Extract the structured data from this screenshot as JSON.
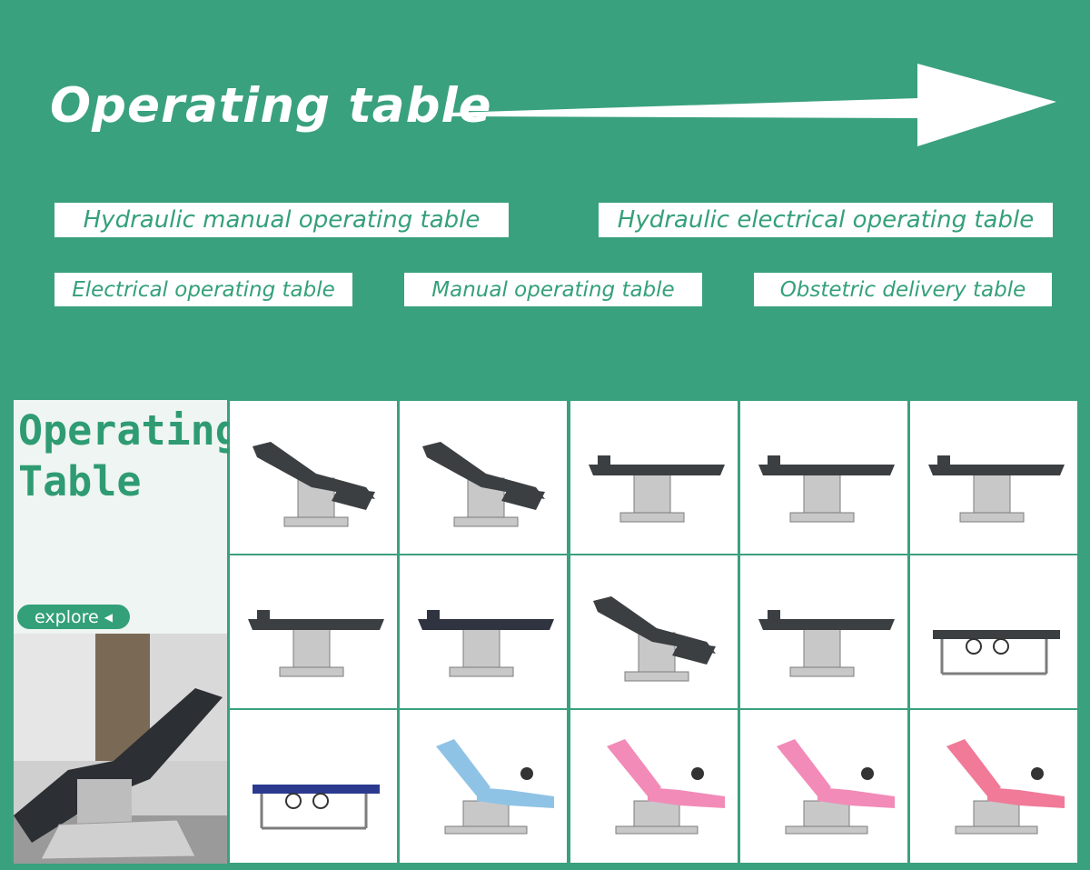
{
  "header": {
    "title": "Operating table"
  },
  "categories": [
    "Hydraulic manual operating table",
    "Hydraulic electrical operating table",
    "Electrical operating table",
    "Manual operating table",
    "Obstetric delivery table"
  ],
  "side_panel": {
    "title": "Operating\nTable",
    "explore_label": "explore"
  },
  "products": [
    {
      "type": "reclined",
      "color": "#3b3f42"
    },
    {
      "type": "reclined",
      "color": "#3b3f42"
    },
    {
      "type": "flat",
      "color": "#3b3f42"
    },
    {
      "type": "flat",
      "color": "#3b3f42"
    },
    {
      "type": "flat",
      "color": "#3b3f42"
    },
    {
      "type": "flat",
      "color": "#3b3f42"
    },
    {
      "type": "flat",
      "color": "#2f3440"
    },
    {
      "type": "reclined",
      "color": "#3b3f42"
    },
    {
      "type": "flat",
      "color": "#3b3f42"
    },
    {
      "type": "frame",
      "color": "#3b3f42"
    },
    {
      "type": "frame",
      "color": "#2b3a8f"
    },
    {
      "type": "chair",
      "color": "#8fc3e6"
    },
    {
      "type": "chair",
      "color": "#f28bb8"
    },
    {
      "type": "chair",
      "color": "#f28bb8"
    },
    {
      "type": "chair",
      "color": "#f07a98"
    }
  ],
  "colors": {
    "brand": "#3aa17e",
    "text_accent": "#35a07a"
  }
}
